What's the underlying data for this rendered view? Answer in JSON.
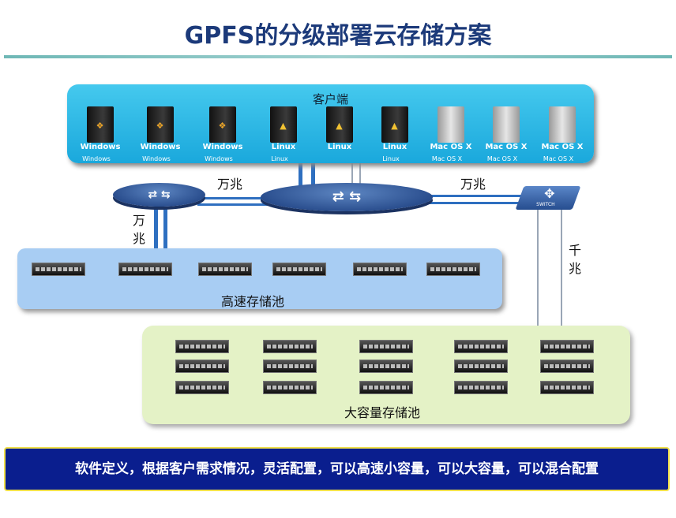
{
  "title": "GPFS的分级部署云存储方案",
  "clients": {
    "title": "客户端",
    "items": [
      {
        "os": "windows",
        "label": "Windows",
        "sub": "Windows"
      },
      {
        "os": "windows",
        "label": "Windows",
        "sub": "Windows"
      },
      {
        "os": "windows",
        "label": "Windows",
        "sub": "Windows"
      },
      {
        "os": "linux",
        "label": "Linux",
        "sub": "Linux"
      },
      {
        "os": "linux",
        "label": "Linux",
        "sub": ""
      },
      {
        "os": "linux",
        "label": "Linux",
        "sub": "Linux"
      },
      {
        "os": "mac",
        "label": "Mac OS X",
        "sub": "Mac OS X"
      },
      {
        "os": "mac",
        "label": "Mac OS X",
        "sub": "Mac OS X"
      },
      {
        "os": "mac",
        "label": "Mac OS X",
        "sub": "Mac OS X"
      }
    ]
  },
  "links": {
    "left_center": "万兆",
    "center_switch": "万兆",
    "left_down_1": "万",
    "left_down_2": "兆",
    "switch_down_1": "千",
    "switch_down_2": "兆"
  },
  "switch_label": "SWITCH",
  "fast_pool": {
    "label": "高速存储池",
    "servers": 6
  },
  "big_pool": {
    "label": "大容量存储池",
    "rows": 3,
    "cols": 5
  },
  "banner": "软件定义，根据客户需求情况，灵活配置，可以高速小容量，可以大容量，可以混合配置"
}
